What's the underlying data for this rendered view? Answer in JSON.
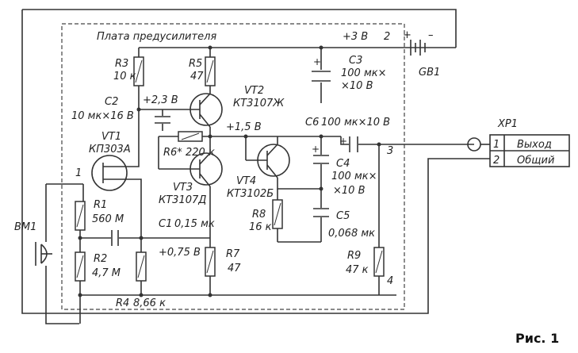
{
  "board_title": "Плата предусилителя",
  "figure_caption": "Рис. 1",
  "power": {
    "voltage_label": "+3 В",
    "node_number": "2"
  },
  "battery": {
    "ref": "GB1",
    "plus_sign": "+",
    "minus_sign": "–"
  },
  "connector": {
    "ref": "XP1",
    "pins": [
      {
        "number": "1",
        "name": "Выход"
      },
      {
        "number": "2",
        "name": "Общий"
      }
    ]
  },
  "microphone": {
    "ref": "BM1"
  },
  "nodes": {
    "n1": "1",
    "n3": "3",
    "n4": "4"
  },
  "resistors": {
    "R1": {
      "ref": "R1",
      "value": "560 М"
    },
    "R2": {
      "ref": "R2",
      "value": "4,7 М"
    },
    "R3": {
      "ref": "R3",
      "value": "10 к"
    },
    "R4": {
      "ref": "R4",
      "value": "8,66 к"
    },
    "R5": {
      "ref": "R5",
      "value": "47"
    },
    "R6": {
      "ref": "R6*",
      "value": "220 к"
    },
    "R7": {
      "ref": "R7",
      "value": "47"
    },
    "R8": {
      "ref": "R8",
      "value": "16 к"
    },
    "R9": {
      "ref": "R9",
      "value": "47 к"
    }
  },
  "capacitors": {
    "C1": {
      "ref": "C1",
      "value": "0,15 мк"
    },
    "C2": {
      "ref": "C2",
      "value": "10 мк×16 В"
    },
    "C3": {
      "ref": "C3",
      "value": "100 мк×",
      "value2": "×10 В"
    },
    "C4": {
      "ref": "C4",
      "value": "100 мк×",
      "value2": "×10 В"
    },
    "C5": {
      "ref": "C5",
      "value": "0,068 мк"
    },
    "C6": {
      "ref": "C6",
      "value": "100 мк×10 В"
    }
  },
  "transistors": {
    "VT1": {
      "ref": "VT1",
      "type": "КП303А"
    },
    "VT2": {
      "ref": "VT2",
      "type": "КТ3107Ж"
    },
    "VT3": {
      "ref": "VT3",
      "type": "КТ3107Д"
    },
    "VT4": {
      "ref": "VT4",
      "type": "КТ3102Б"
    }
  },
  "voltages": {
    "v_c2": "+2,3 В",
    "v_c6": "+1,5 В",
    "v_gate": "+0,75 В"
  }
}
